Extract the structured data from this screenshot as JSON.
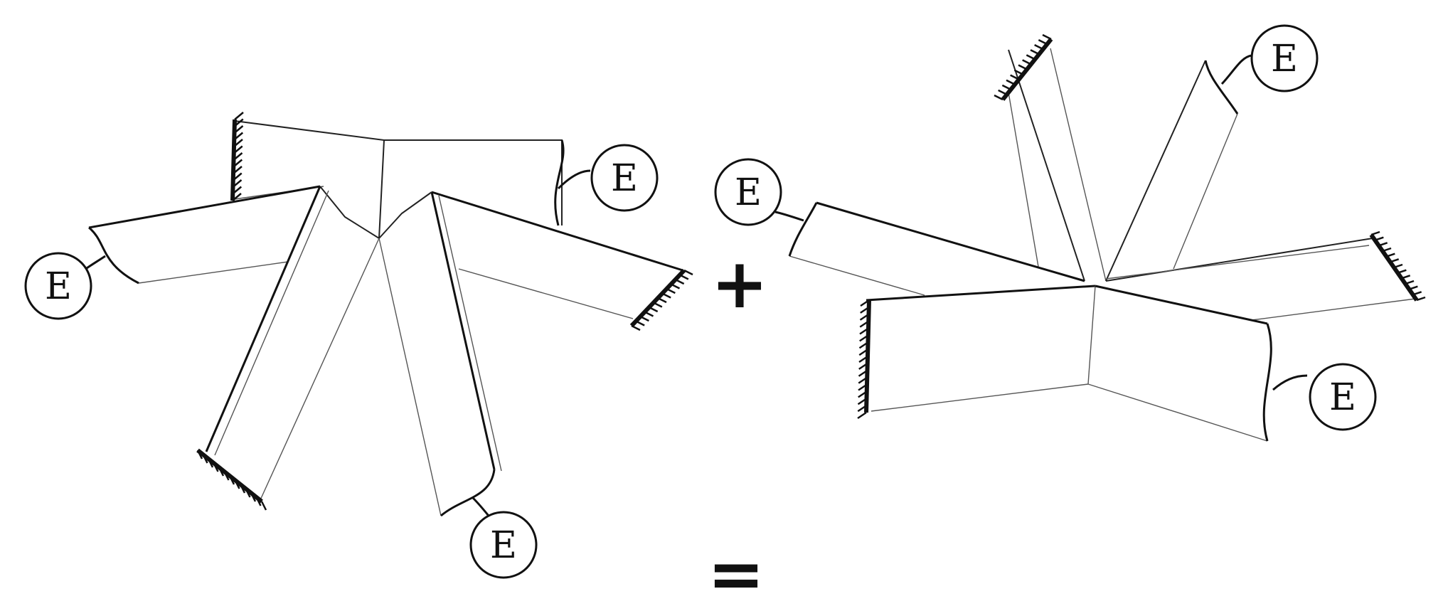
{
  "diagram": {
    "operators": {
      "plus": "+",
      "equals": "="
    },
    "end_label": "E",
    "left_junction": {
      "fixed_supports": 3,
      "elastic_ends": 3
    },
    "right_junction": {
      "fixed_supports": 3,
      "elastic_ends": 3
    }
  }
}
